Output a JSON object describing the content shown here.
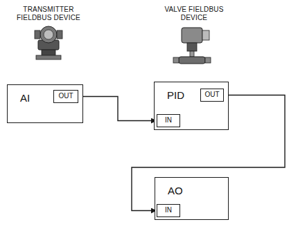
{
  "diagram": {
    "nodes": [
      {
        "text": [
          "AI"
        ]
      },
      {
        "text": [
          "OUT"
        ],
        "in": 0
      },
      {
        "text": [
          "PID"
        ]
      },
      {
        "text": [
          "OUT"
        ],
        "in": 2
      },
      {
        "text": [
          "IN"
        ],
        "in": 2
      },
      {
        "text": [
          "AO"
        ]
      },
      {
        "text": [
          "IN"
        ],
        "in": 5
      }
    ],
    "edges": [
      {
        "from": 1,
        "to": 4,
        "arrow": "to"
      },
      {
        "from": 3,
        "to": 6,
        "arrow": "to"
      }
    ],
    "labels": [
      "TRANSMITTER FIELDBUS DEVICE",
      "VALVE FIELDBUS DEVICE"
    ]
  }
}
